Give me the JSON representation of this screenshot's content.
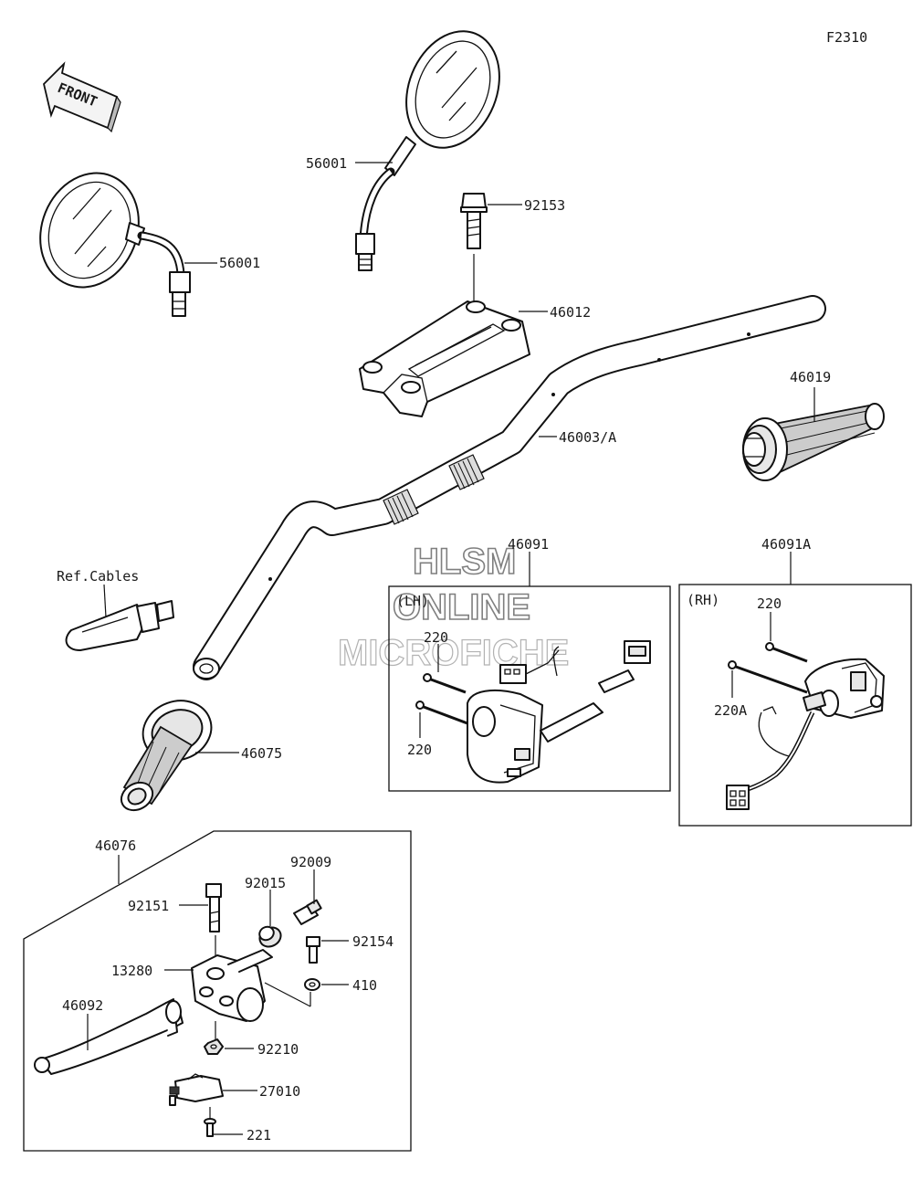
{
  "figure_code": "F2310",
  "front_marker": "FRONT",
  "watermark": {
    "line1": "HLSM",
    "line2": "ONLINE",
    "line3": "MICROFICHE"
  },
  "box_labels": {
    "lh": "(LH)",
    "rh": "(RH)"
  },
  "callouts": {
    "c56001_top": "56001",
    "c56001_left": "56001",
    "c92153": "92153",
    "c46012": "46012",
    "c46019": "46019",
    "c46003": "46003/A",
    "c46091": "46091",
    "c46091A": "46091A",
    "ref_cables": "Ref.Cables",
    "c46075": "46075",
    "c220_lh_a": "220",
    "c220_lh_b": "220",
    "c220_rh": "220",
    "c220A": "220A",
    "c46076": "46076",
    "c92009": "92009",
    "c92015": "92015",
    "c92151": "92151",
    "c92154": "92154",
    "c13280": "13280",
    "c410": "410",
    "c46092": "46092",
    "c92210": "92210",
    "c27010": "27010",
    "c221": "221"
  }
}
